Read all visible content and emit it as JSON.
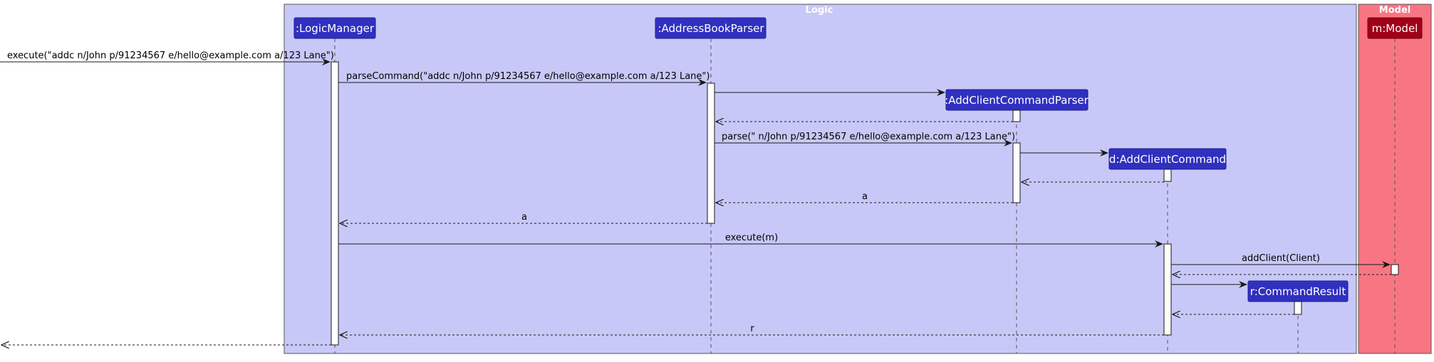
{
  "boxes": {
    "logic": {
      "title": "Logic",
      "color": "#c8c8f8"
    },
    "model": {
      "title": "Model",
      "color": "#f87584"
    }
  },
  "participants": {
    "logic_manager": ":LogicManager",
    "parser": ":AddressBookParser",
    "client_parser": ":AddClientCommandParser",
    "command": "d:AddClientCommand",
    "result": "r:CommandResult",
    "model": "m:Model"
  },
  "messages": {
    "m1": "execute(\"addc n/John p/91234567 e/hello@example.com a/123 Lane\")",
    "m2": "parseCommand(\"addc n/John p/91234567 e/hello@example.com a/123 Lane\")",
    "m3": "parse(\" n/John p/91234567 e/hello@example.com a/123 Lane\")",
    "m4": "a",
    "m5": "a",
    "m6": "execute(m)",
    "m7": "addClient(Client)",
    "m8": "r"
  },
  "colors": {
    "participant_fill": "#3030c0",
    "model_participant_fill": "#a00018"
  }
}
